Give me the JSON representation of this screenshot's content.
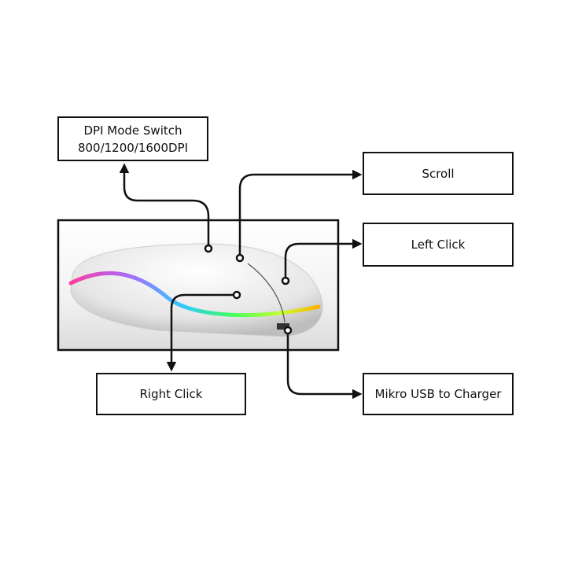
{
  "title": "Wireless mouse parts diagram",
  "labels": {
    "dpi_line1": "DPI Mode Switch",
    "dpi_line2": "800/1200/1600DPI",
    "scroll": "Scroll",
    "left_click": "Left Click",
    "right_click": "Right Click",
    "usb": "Mikro USB to Charger"
  },
  "colors": {
    "line": "#111111",
    "background": "#ffffff"
  }
}
